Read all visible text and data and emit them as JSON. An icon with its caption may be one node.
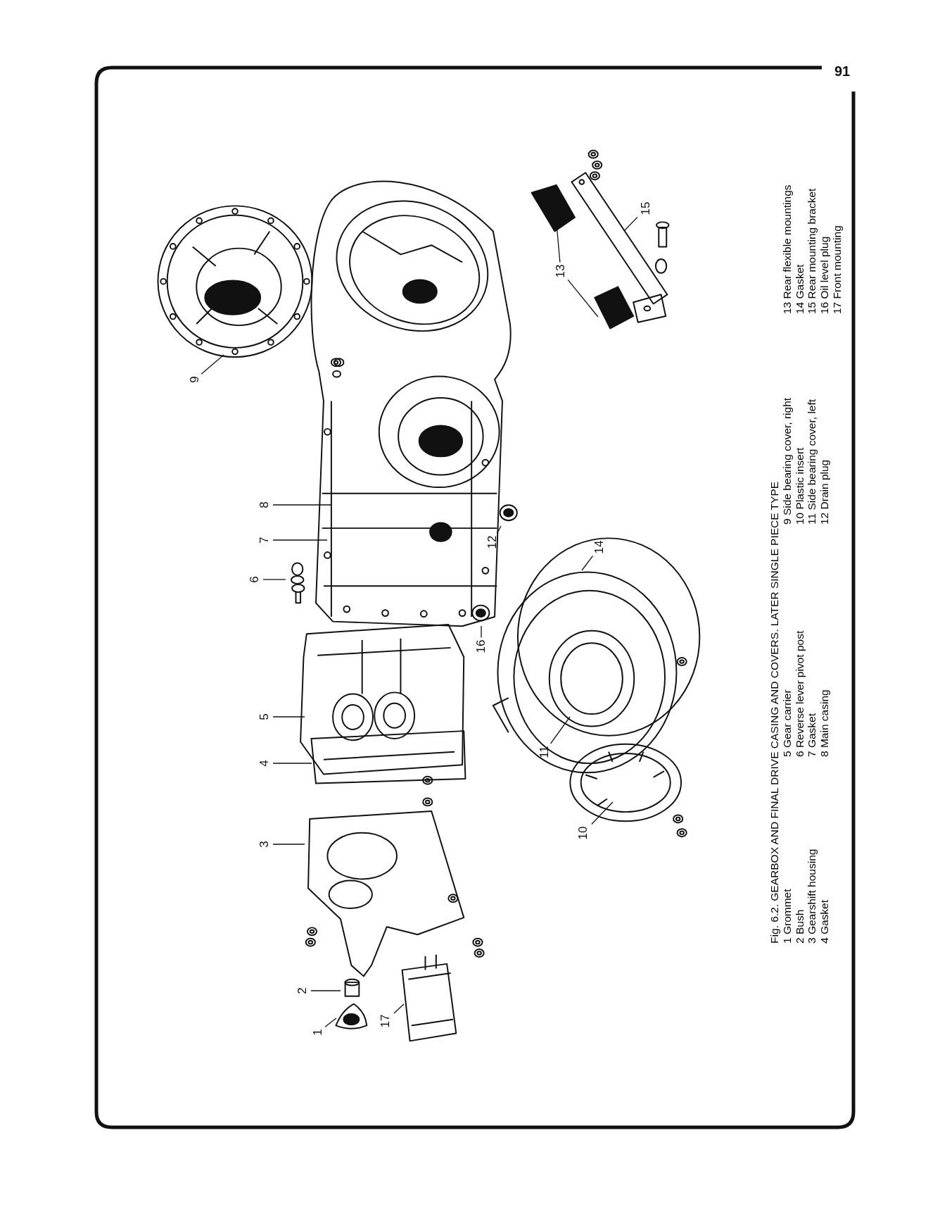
{
  "diagram": {
    "caption": "Fig. 6.2. GEARBOX AND FINAL DRIVE CASING AND COVERS. LATER SINGLE PIECE TYPE",
    "nodes": [
      {
        "text": [
          "1"
        ]
      },
      {
        "text": [
          "2"
        ]
      },
      {
        "text": [
          "3"
        ]
      },
      {
        "text": [
          "4"
        ]
      },
      {
        "text": [
          "5"
        ]
      },
      {
        "text": [
          "6"
        ]
      },
      {
        "text": [
          "7"
        ]
      },
      {
        "text": [
          "8"
        ]
      },
      {
        "text": [
          "9"
        ]
      },
      {
        "text": [
          "10"
        ]
      },
      {
        "text": [
          "11"
        ]
      },
      {
        "text": [
          "12"
        ]
      },
      {
        "text": [
          "13"
        ]
      },
      {
        "text": [
          "14"
        ]
      },
      {
        "text": [
          "15"
        ]
      },
      {
        "text": [
          "16"
        ]
      },
      {
        "text": [
          "17"
        ]
      }
    ],
    "edges": [
      {
        "from": 0,
        "to": null,
        "arrow": "none"
      },
      {
        "from": 1,
        "to": null,
        "arrow": "none"
      },
      {
        "from": 2,
        "to": null,
        "arrow": "none"
      },
      {
        "from": 3,
        "to": null,
        "arrow": "none"
      },
      {
        "from": 4,
        "to": null,
        "arrow": "none"
      },
      {
        "from": 5,
        "to": null,
        "arrow": "none"
      },
      {
        "from": 6,
        "to": null,
        "arrow": "none"
      },
      {
        "from": 7,
        "to": null,
        "arrow": "none"
      },
      {
        "from": 8,
        "to": null,
        "arrow": "none"
      },
      {
        "from": 9,
        "to": null,
        "arrow": "none"
      },
      {
        "from": 10,
        "to": null,
        "arrow": "none"
      },
      {
        "from": 11,
        "to": null,
        "arrow": "none"
      },
      {
        "from": 12,
        "to": null,
        "arrow": "none"
      },
      {
        "from": 12,
        "to": null,
        "arrow": "none"
      },
      {
        "from": 13,
        "to": null,
        "arrow": "none"
      },
      {
        "from": 14,
        "to": null,
        "arrow": "none"
      },
      {
        "from": 15,
        "to": null,
        "arrow": "none"
      },
      {
        "from": 16,
        "to": null,
        "arrow": "none"
      }
    ],
    "labels": [
      "91",
      "1 Grommet",
      "2 Bush",
      "3 Gearshift housing",
      "4 Gasket",
      "5 Gear carrier",
      "6 Reverse lever pivot post",
      "7 Gasket",
      "8 Main casing",
      "9 Side bearing cover, right",
      "10 Plastic insert",
      "11 Side bearing cover, left",
      "12 Drain plug",
      "13 Rear flexible mountings",
      "14 Gasket",
      "15 Rear mounting bracket",
      "16 Oil level plug",
      "17 Front mounting"
    ]
  }
}
